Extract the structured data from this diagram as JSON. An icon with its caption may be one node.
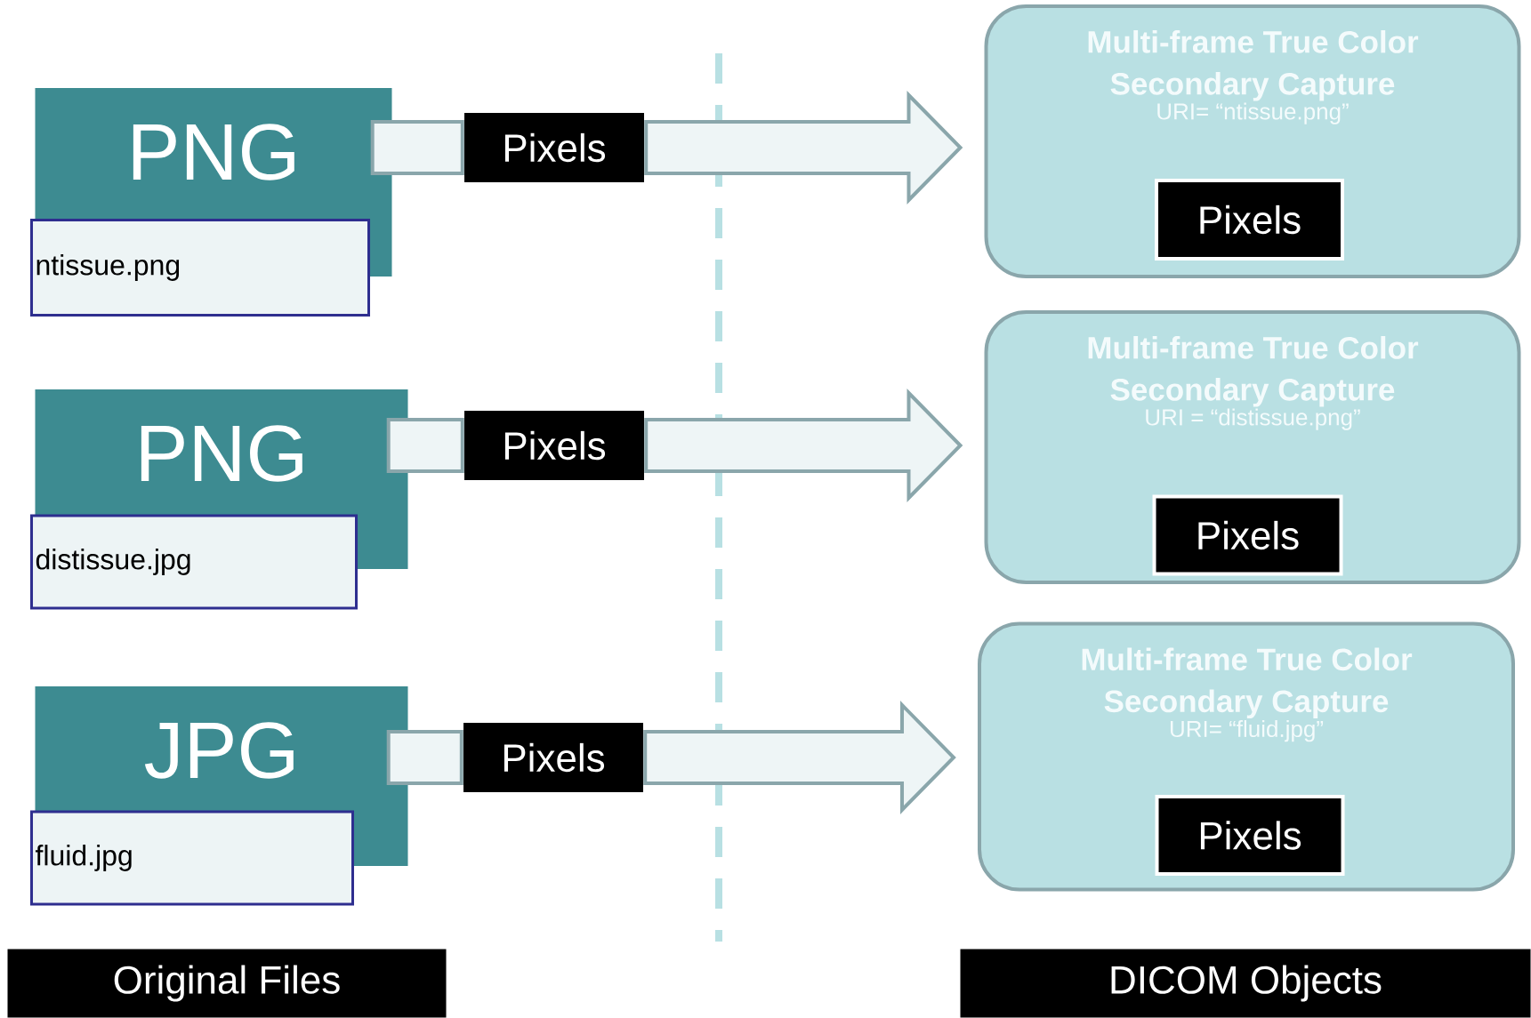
{
  "diagram": {
    "nodes": [
      {
        "text": [
          "PNG"
        ]
      },
      {
        "text": [
          "ntissue.png"
        ]
      },
      {
        "text": [
          "Pixels"
        ]
      },
      {
        "text": [
          "Multi-frame True Color Secondary Capture",
          "URI= “ntissue.png”"
        ]
      },
      {
        "text": [
          "Pixels"
        ],
        "in": 3
      },
      {
        "text": [
          "PNG"
        ]
      },
      {
        "text": [
          "distissue.jpg"
        ]
      },
      {
        "text": [
          "Pixels"
        ]
      },
      {
        "text": [
          "Multi-frame True Color Secondary Capture",
          "URI = “distissue.png”"
        ]
      },
      {
        "text": [
          "Pixels"
        ],
        "in": 8
      },
      {
        "text": [
          "JPG"
        ]
      },
      {
        "text": [
          "fluid.jpg"
        ]
      },
      {
        "text": [
          "Pixels"
        ]
      },
      {
        "text": [
          "Multi-frame True Color Secondary Capture",
          "URI= “fluid.jpg”"
        ]
      },
      {
        "text": [
          "Pixels"
        ],
        "in": 13
      },
      {
        "text": [
          "Original Files"
        ]
      },
      {
        "text": [
          "DICOM Objects"
        ]
      }
    ],
    "edges": [
      {
        "from": 0,
        "to": 2,
        "arrow": "none"
      },
      {
        "from": 2,
        "to": 3,
        "arrow": "to"
      },
      {
        "from": 5,
        "to": 7,
        "arrow": "none"
      },
      {
        "from": 7,
        "to": 8,
        "arrow": "to"
      },
      {
        "from": 10,
        "to": 12,
        "arrow": "none"
      },
      {
        "from": 12,
        "to": 13,
        "arrow": "to"
      }
    ]
  }
}
